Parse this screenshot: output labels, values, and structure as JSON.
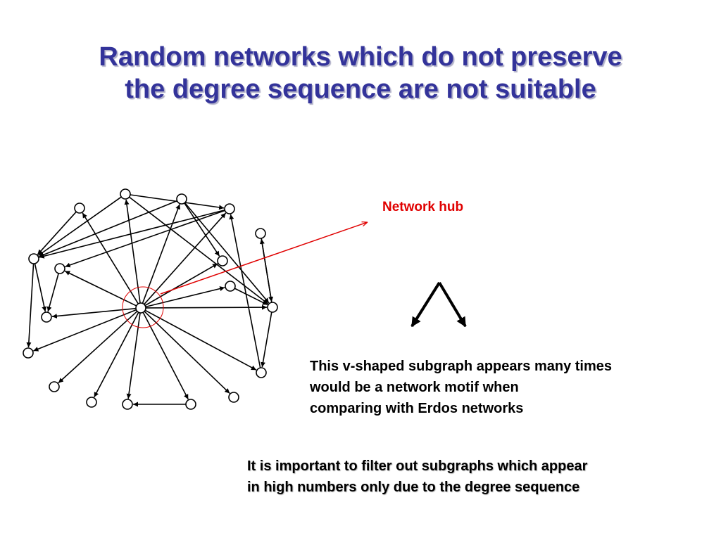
{
  "title": {
    "line1": "Random networks which do not preserve",
    "line2": "the degree sequence are not suitable"
  },
  "hub_label": "Network hub",
  "motif_text": {
    "line1": "This v-shaped subgraph appears many times",
    "line2": "would be a network motif when",
    "line3": "comparing with Erdos networks"
  },
  "conclusion_text": {
    "line1": "It is important to filter out subgraphs which appear",
    "line2": "in high numbers only due to the degree sequence"
  },
  "colors": {
    "title": "#33339a",
    "hub_label": "#e00000",
    "hub_circle": "#e00000",
    "graph": "#000000"
  },
  "icons": {
    "node": "hollow-circle-node",
    "edge": "arrow-edge",
    "motif": "v-shaped-subgraph-icon"
  }
}
